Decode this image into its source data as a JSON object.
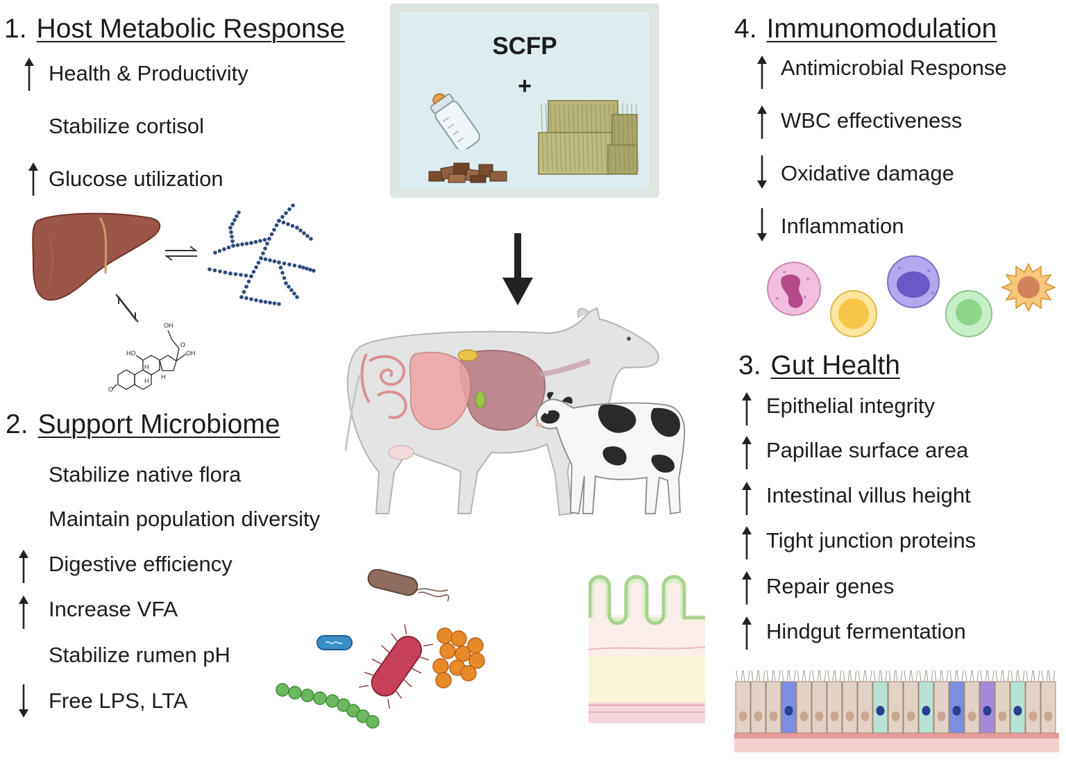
{
  "center": {
    "title": "SCFP",
    "plus": "+"
  },
  "sections": {
    "host": {
      "number": "1.",
      "title": "Host Metabolic Response",
      "items": [
        {
          "text": "Health & Productivity",
          "arrow": "up"
        },
        {
          "text": "Stabilize cortisol",
          "arrow": "none"
        },
        {
          "text": "Glucose utilization",
          "arrow": "up"
        }
      ]
    },
    "microbiome": {
      "number": "2.",
      "title": "Support Microbiome",
      "items": [
        {
          "text": "Stabilize native flora",
          "arrow": "none"
        },
        {
          "text": "Maintain population diversity",
          "arrow": "none"
        },
        {
          "text": "Digestive efficiency",
          "arrow": "up"
        },
        {
          "text": "Increase VFA",
          "arrow": "up"
        },
        {
          "text": "Stabilize rumen pH",
          "arrow": "none"
        },
        {
          "text": "Free LPS, LTA",
          "arrow": "down"
        }
      ]
    },
    "gut": {
      "number": "3.",
      "title": "Gut Health",
      "items": [
        {
          "text": "Epithelial integrity",
          "arrow": "up"
        },
        {
          "text": "Papillae surface area",
          "arrow": "up"
        },
        {
          "text": "Intestinal villus height",
          "arrow": "up"
        },
        {
          "text": "Tight junction proteins",
          "arrow": "up"
        },
        {
          "text": "Repair genes",
          "arrow": "up"
        },
        {
          "text": "Hindgut fermentation",
          "arrow": "up"
        }
      ]
    },
    "immuno": {
      "number": "4.",
      "title": "Immunomodulation",
      "items": [
        {
          "text": "Antimicrobial Response",
          "arrow": "up"
        },
        {
          "text": "WBC effectiveness",
          "arrow": "up"
        },
        {
          "text": "Oxidative damage",
          "arrow": "down"
        },
        {
          "text": "Inflammation",
          "arrow": "down"
        }
      ]
    }
  },
  "molecule_labels": {
    "oh_top": "OH",
    "o_ketone": "O",
    "ho_left": "HO",
    "oh_right": "OH",
    "h1": "H",
    "h2": "H",
    "h3": "H",
    "o_bottom": "O"
  },
  "icons": [
    "milk-bottle-icon",
    "feed-pellets-icon",
    "hay-bales-icon",
    "liver-icon",
    "glycogen-icon",
    "cortisol-molecule-icon",
    "cow-icon",
    "calf-icon",
    "bacteria-icon",
    "intestinal-villi-icon",
    "epithelium-icon",
    "immune-cells-icon"
  ]
}
